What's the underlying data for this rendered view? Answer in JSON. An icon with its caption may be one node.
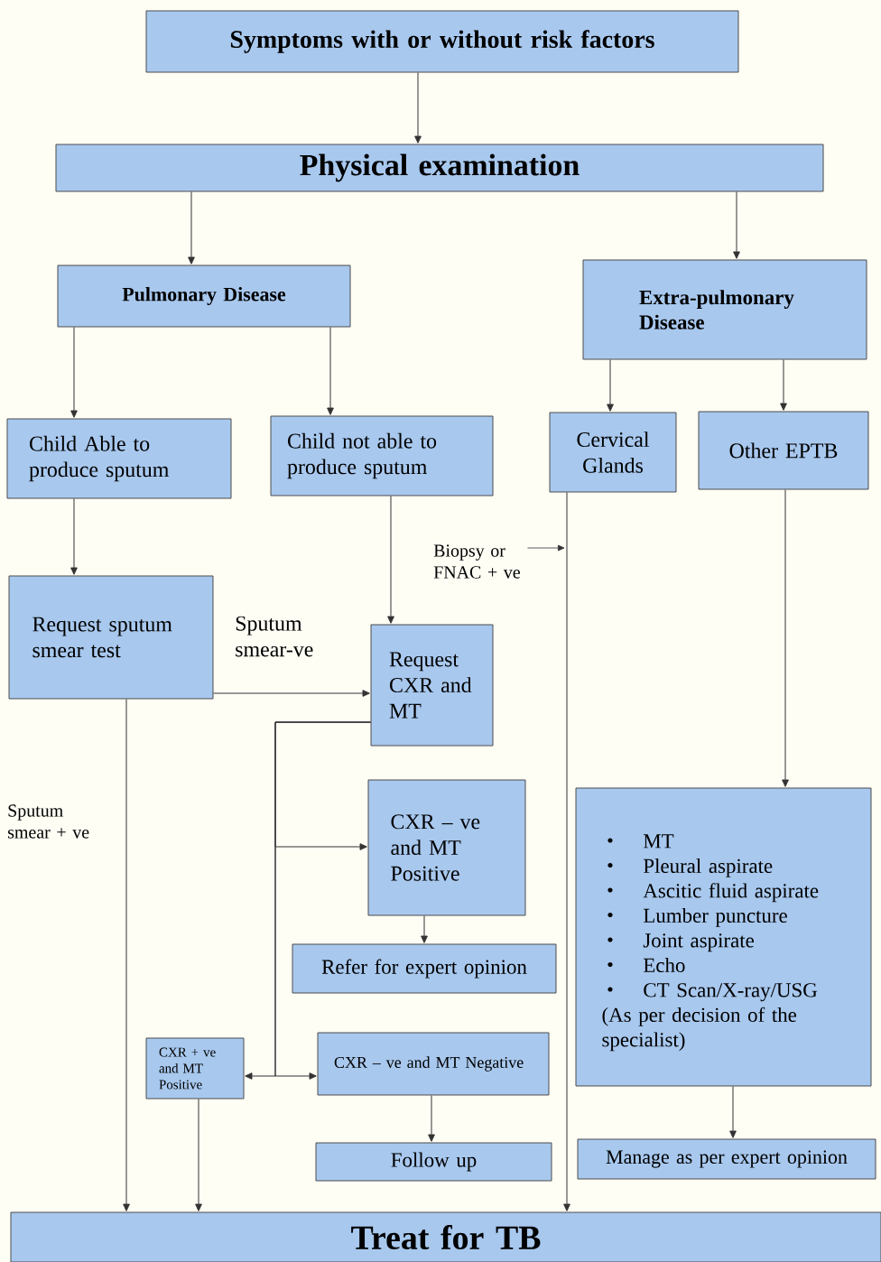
{
  "diagram": {
    "nodes": [
      {
        "text": [
          "Symptoms with or without risk factors"
        ]
      },
      {
        "text": [
          "Physical examination"
        ]
      },
      {
        "text": [
          "Pulmonary Disease"
        ]
      },
      {
        "text": [
          "Extra-pulmonary Disease"
        ]
      },
      {
        "text": [
          "Child Able to produce sputum"
        ]
      },
      {
        "text": [
          "Child not able to produce sputum"
        ]
      },
      {
        "text": [
          "Cervical Glands"
        ]
      },
      {
        "text": [
          "Other EPTB"
        ]
      },
      {
        "text": [
          "Request sputum smear test"
        ]
      },
      {
        "text": [
          "Request CXR and MT"
        ]
      },
      {
        "text": [
          "CXR – ve and MT Positive"
        ]
      },
      {
        "text": [
          "MT",
          "Pleural aspirate",
          "Ascitic fluid aspirate",
          "Lumber puncture",
          "Joint aspirate",
          "Echo",
          "CT Scan/X-ray/USG (As per decision of the specialist)"
        ]
      },
      {
        "text": [
          "Refer for expert opinion"
        ]
      },
      {
        "text": [
          "CXR + ve and MT Positive"
        ]
      },
      {
        "text": [
          "CXR – ve and MT Negative"
        ]
      },
      {
        "text": [
          "Follow up"
        ]
      },
      {
        "text": [
          "Manage as per expert opinion"
        ]
      },
      {
        "text": [
          "Treat for TB"
        ]
      }
    ],
    "edges": [
      {
        "from": 0,
        "to": 1,
        "arrow": "to"
      },
      {
        "from": 1,
        "to": 2,
        "arrow": "to"
      },
      {
        "from": 1,
        "to": 3,
        "arrow": "to"
      },
      {
        "from": 2,
        "to": 4,
        "arrow": "to"
      },
      {
        "from": 2,
        "to": 5,
        "arrow": "to"
      },
      {
        "from": 3,
        "to": 6,
        "arrow": "to"
      },
      {
        "from": 3,
        "to": 7,
        "arrow": "to"
      },
      {
        "from": 4,
        "to": 8,
        "arrow": "to"
      },
      {
        "from": 5,
        "to": 9,
        "arrow": "to"
      },
      {
        "from": 8,
        "to": 9,
        "arrow": "to",
        "label": "Sputum smear-ve"
      },
      {
        "from": 8,
        "to": 17,
        "arrow": "to",
        "label": "Sputum smear + ve"
      },
      {
        "from": 9,
        "to": 10,
        "arrow": "to"
      },
      {
        "from": 9,
        "to": 14,
        "arrow": "to"
      },
      {
        "from": 9,
        "to": 13,
        "arrow": "to"
      },
      {
        "from": 10,
        "to": 12,
        "arrow": "to"
      },
      {
        "from": 14,
        "to": 15,
        "arrow": "to"
      },
      {
        "from": 6,
        "to": 17,
        "arrow": "to",
        "label": "Biopsy or FNAC + ve"
      },
      {
        "from": 7,
        "to": 11,
        "arrow": "to"
      },
      {
        "from": 11,
        "to": 16,
        "arrow": "to"
      },
      {
        "from": 13,
        "to": 17,
        "arrow": "to"
      }
    ]
  }
}
